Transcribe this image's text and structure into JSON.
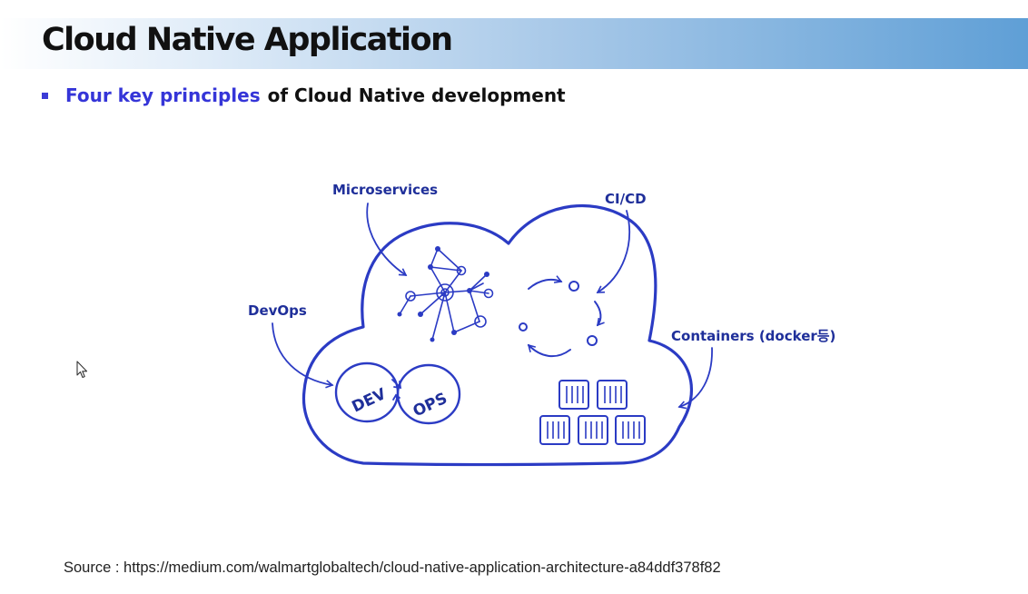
{
  "slide": {
    "title": "Cloud Native Application",
    "bullet_highlight": "Four key principles",
    "bullet_rest": "of Cloud Native development"
  },
  "diagram": {
    "labels": {
      "microservices": "Microservices",
      "cicd": "CI/CD",
      "devops": "DevOps",
      "containers": "Containers (docker등)"
    },
    "dev": "DEV",
    "ops": "OPS",
    "stroke_color": "#2b3bc4"
  },
  "source": "Source : https://medium.com/walmartglobaltech/cloud-native-application-architecture-a84ddf378f82"
}
